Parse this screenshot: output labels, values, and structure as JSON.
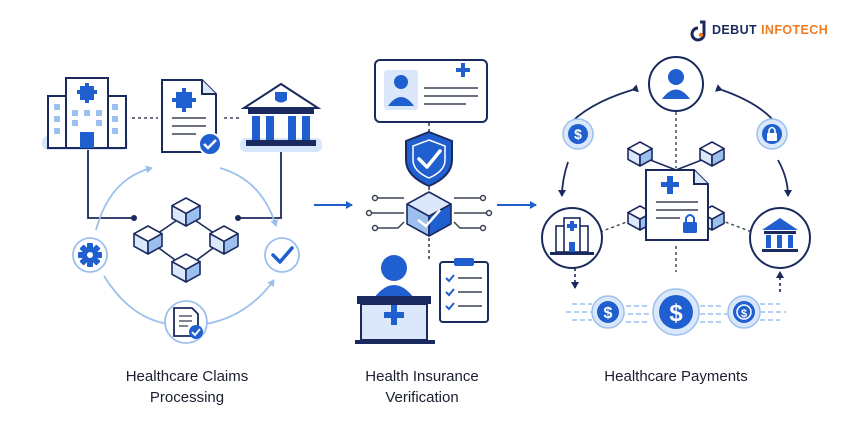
{
  "brand": {
    "name_part1": "DEBUT",
    "name_part2": "INFOTECH",
    "icon": "debut-logo-icon",
    "colors": {
      "primary": "#1b2a5e",
      "accent": "#f07b23"
    }
  },
  "colors": {
    "primary_blue": "#1f5fcf",
    "light_blue": "#dbe8fb",
    "dark_navy": "#1b2a5e",
    "line_gray": "#3b4256"
  },
  "sections": [
    {
      "caption_line1": "Healthcare Claims",
      "caption_line2": "Processing",
      "icons": [
        "hospital-icon",
        "medical-document-check-icon",
        "bank-shield-icon",
        "blockchain-network-icon",
        "gear-icon",
        "checkmark-icon",
        "document-check-icon"
      ]
    },
    {
      "caption_line1": "Health Insurance",
      "caption_line2": "Verification",
      "icons": [
        "insurance-id-card-icon",
        "shield-check-icon",
        "blockchain-cube-icon",
        "reception-desk-icon",
        "checklist-clipboard-icon"
      ]
    },
    {
      "caption_line1": "Healthcare Payments",
      "caption_line2": "",
      "icons": [
        "user-icon",
        "dollar-coin-icon",
        "lock-shield-icon",
        "hospital-icon",
        "medical-record-lock-icon",
        "bank-icon",
        "payment-coins-icon"
      ]
    }
  ]
}
